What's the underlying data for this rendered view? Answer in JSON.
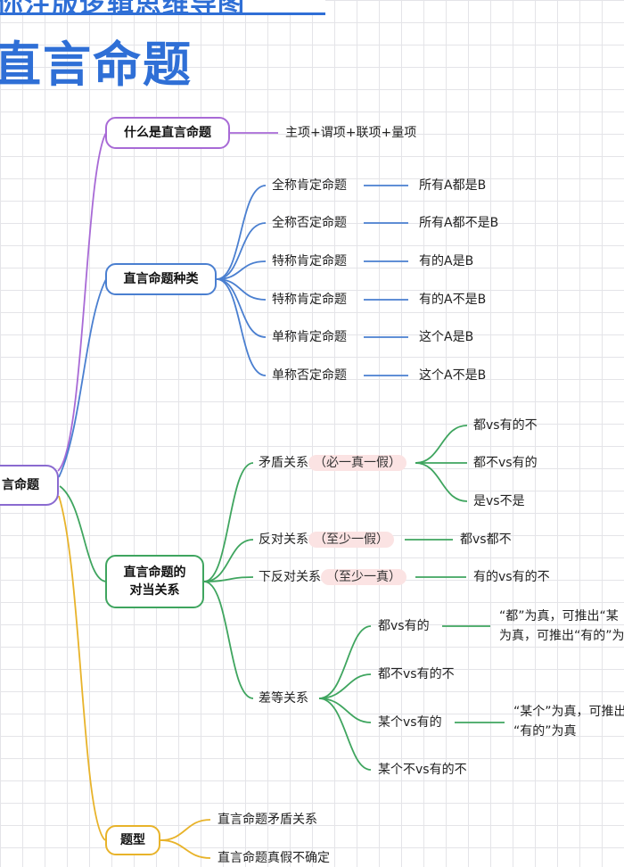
{
  "header": {
    "top_strip_text": "你注版逻辑思维导图",
    "title": "直言命题"
  },
  "root": {
    "label": "言命题"
  },
  "colors": {
    "purple": "#a86ad6",
    "blue": "#4a7fd0",
    "green": "#3fa55f",
    "gold": "#e8b32a",
    "title_blue": "#2f6fd6"
  },
  "branches": {
    "what": {
      "label": "什么是直言命题",
      "detail": "主项+谓项+联项+量项"
    },
    "types": {
      "label": "直言命题种类",
      "items": [
        {
          "name": "全称肯定命题",
          "form": "所有A都是B"
        },
        {
          "name": "全称否定命题",
          "form": "所有A都不是B"
        },
        {
          "name": "特称肯定命题",
          "form": "有的A是B"
        },
        {
          "name": "特称肯定命题",
          "form": "有的A不是B"
        },
        {
          "name": "单称肯定命题",
          "form": "这个A是B"
        },
        {
          "name": "单称否定命题",
          "form": "这个A不是B"
        }
      ]
    },
    "relations": {
      "label_line1": "直言命题的",
      "label_line2": "对当关系",
      "contradiction": {
        "label": "矛盾关系",
        "note": "（必一真一假）",
        "items": [
          "都vs有的不",
          "都不vs有的",
          "是vs不是"
        ]
      },
      "contrary": {
        "label": "反对关系",
        "note": "（至少一假）",
        "item": "都vs都不"
      },
      "subcontrary": {
        "label": "下反对关系",
        "note": "（至少一真）",
        "item": "有的vs有的不"
      },
      "subaltern": {
        "label": "差等关系",
        "items": [
          {
            "label": "都vs有的",
            "note_line1": "“都”为真，可推出“某",
            "note_line2": "为真，可推出“有的”为"
          },
          {
            "label": "都不vs有的不"
          },
          {
            "label": "某个vs有的",
            "note_line1": "“某个”为真，可推出",
            "note_line2": "“有的”为真"
          },
          {
            "label": "某个不vs有的不"
          }
        ]
      }
    },
    "questions": {
      "label": "题型",
      "items": [
        "直言命题矛盾关系",
        "直言命题真假不确定"
      ]
    }
  }
}
